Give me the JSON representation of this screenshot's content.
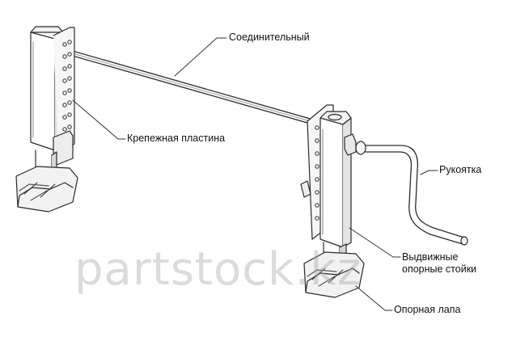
{
  "labels": {
    "connecting": "Соединительный",
    "mounting_plate": "Крепежная пластина",
    "handle": "Рукоятка",
    "legs_line1": "Выдвижные",
    "legs_line2": "опорные стойки",
    "foot": "Опорная лапа"
  },
  "watermark": "partstock.kz",
  "colors": {
    "line": "#2a2a2a",
    "shade": "#bdbdbd",
    "leader": "#333333"
  }
}
